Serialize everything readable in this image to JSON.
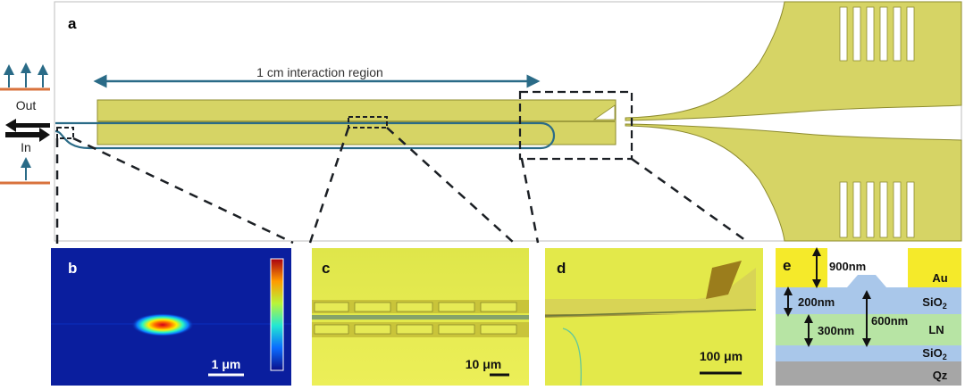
{
  "panels": {
    "a": {
      "letter": "a",
      "interaction_label": "1 cm interaction region",
      "out_label": "Out",
      "in_label": "In"
    },
    "b": {
      "letter": "b",
      "scale_label": "1 μm"
    },
    "c": {
      "letter": "c",
      "scale_label": "10 μm"
    },
    "d": {
      "letter": "d",
      "scale_label": "100 μm"
    },
    "e": {
      "letter": "e",
      "dim_900": "900nm",
      "dim_200": "200nm",
      "dim_300": "300nm",
      "dim_600": "600nm",
      "layer_au": "Au",
      "layer_sio2_top": "SiO",
      "layer_sio2_top_sub": "2",
      "layer_ln": "LN",
      "layer_sio2_bottom": "SiO",
      "layer_sio2_bottom_sub": "2",
      "layer_qz": "Qz"
    }
  },
  "colors": {
    "electrode_gold": "#d6d465",
    "electrode_stroke": "#8d8b2e",
    "waveguide_blue": "#2a6b87",
    "laser_orange": "#d9733d",
    "dark_line": "#1b1f24",
    "field_blue": "#0a1e9e",
    "micro_yellow": "#e3e94a",
    "layer_sio2": "#a9c7ea",
    "layer_ln": "#b7e4a4",
    "layer_qz": "#a6a6a6",
    "layer_au": "#f5ea2a"
  }
}
